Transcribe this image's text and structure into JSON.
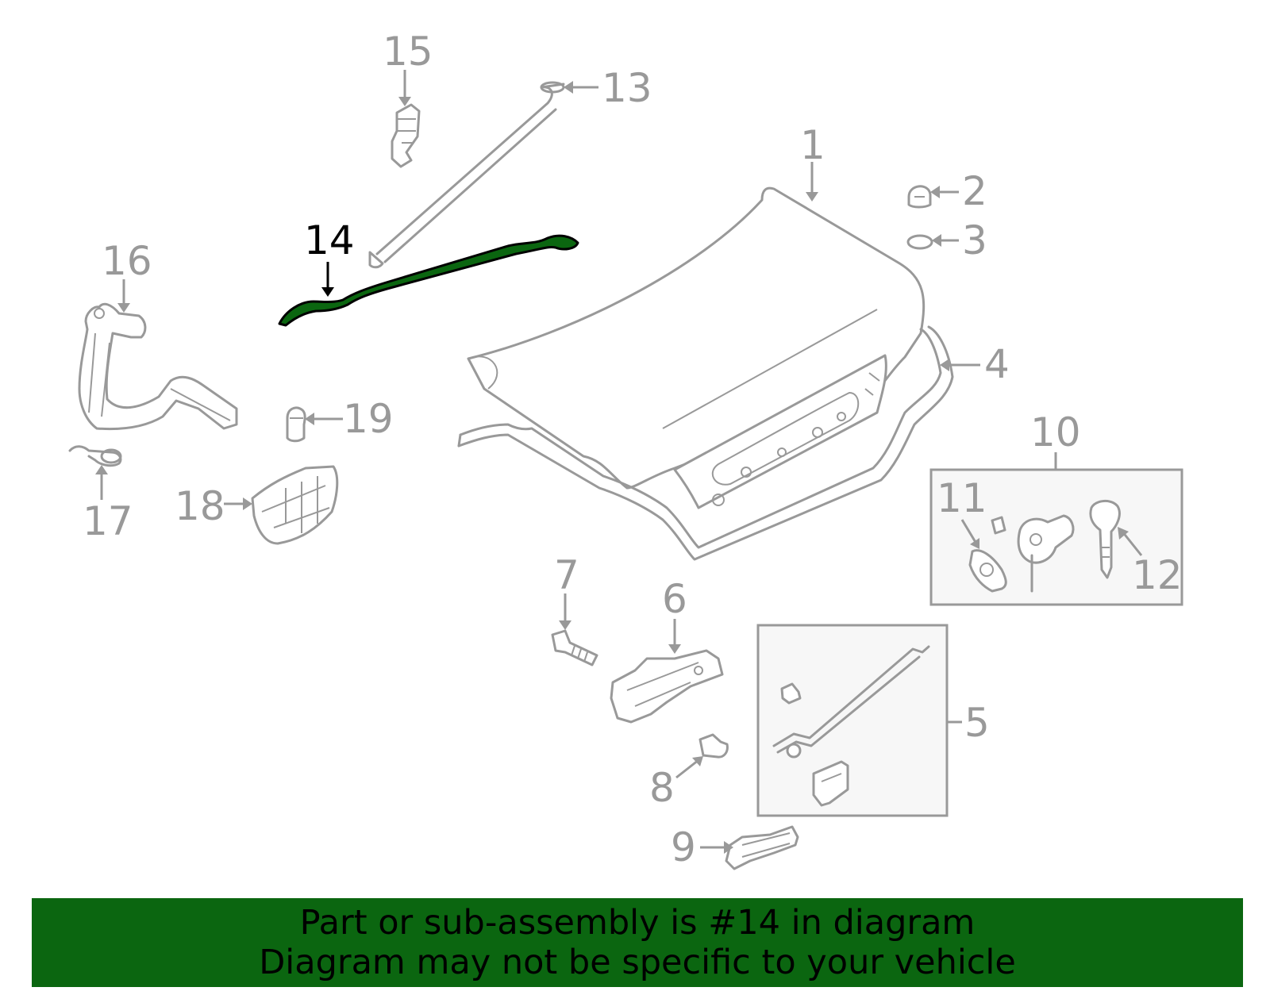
{
  "diagram": {
    "labels": {
      "l1": "1",
      "l2": "2",
      "l3": "3",
      "l4": "4",
      "l5": "5",
      "l6": "6",
      "l7": "7",
      "l8": "8",
      "l9": "9",
      "l10": "10",
      "l11": "11",
      "l12": "12",
      "l13": "13",
      "l14": "14",
      "l15": "15",
      "l16": "16",
      "l17": "17",
      "l18": "18",
      "l19": "19"
    },
    "selected_part": "14",
    "colors": {
      "highlight": "#0b6610",
      "banner": "#0b6610",
      "parts": "#999999",
      "selected_label": "#000000"
    }
  },
  "banner": {
    "line1": "Part or sub-assembly is #14 in diagram",
    "line2": "Diagram may not be specific to your vehicle"
  }
}
